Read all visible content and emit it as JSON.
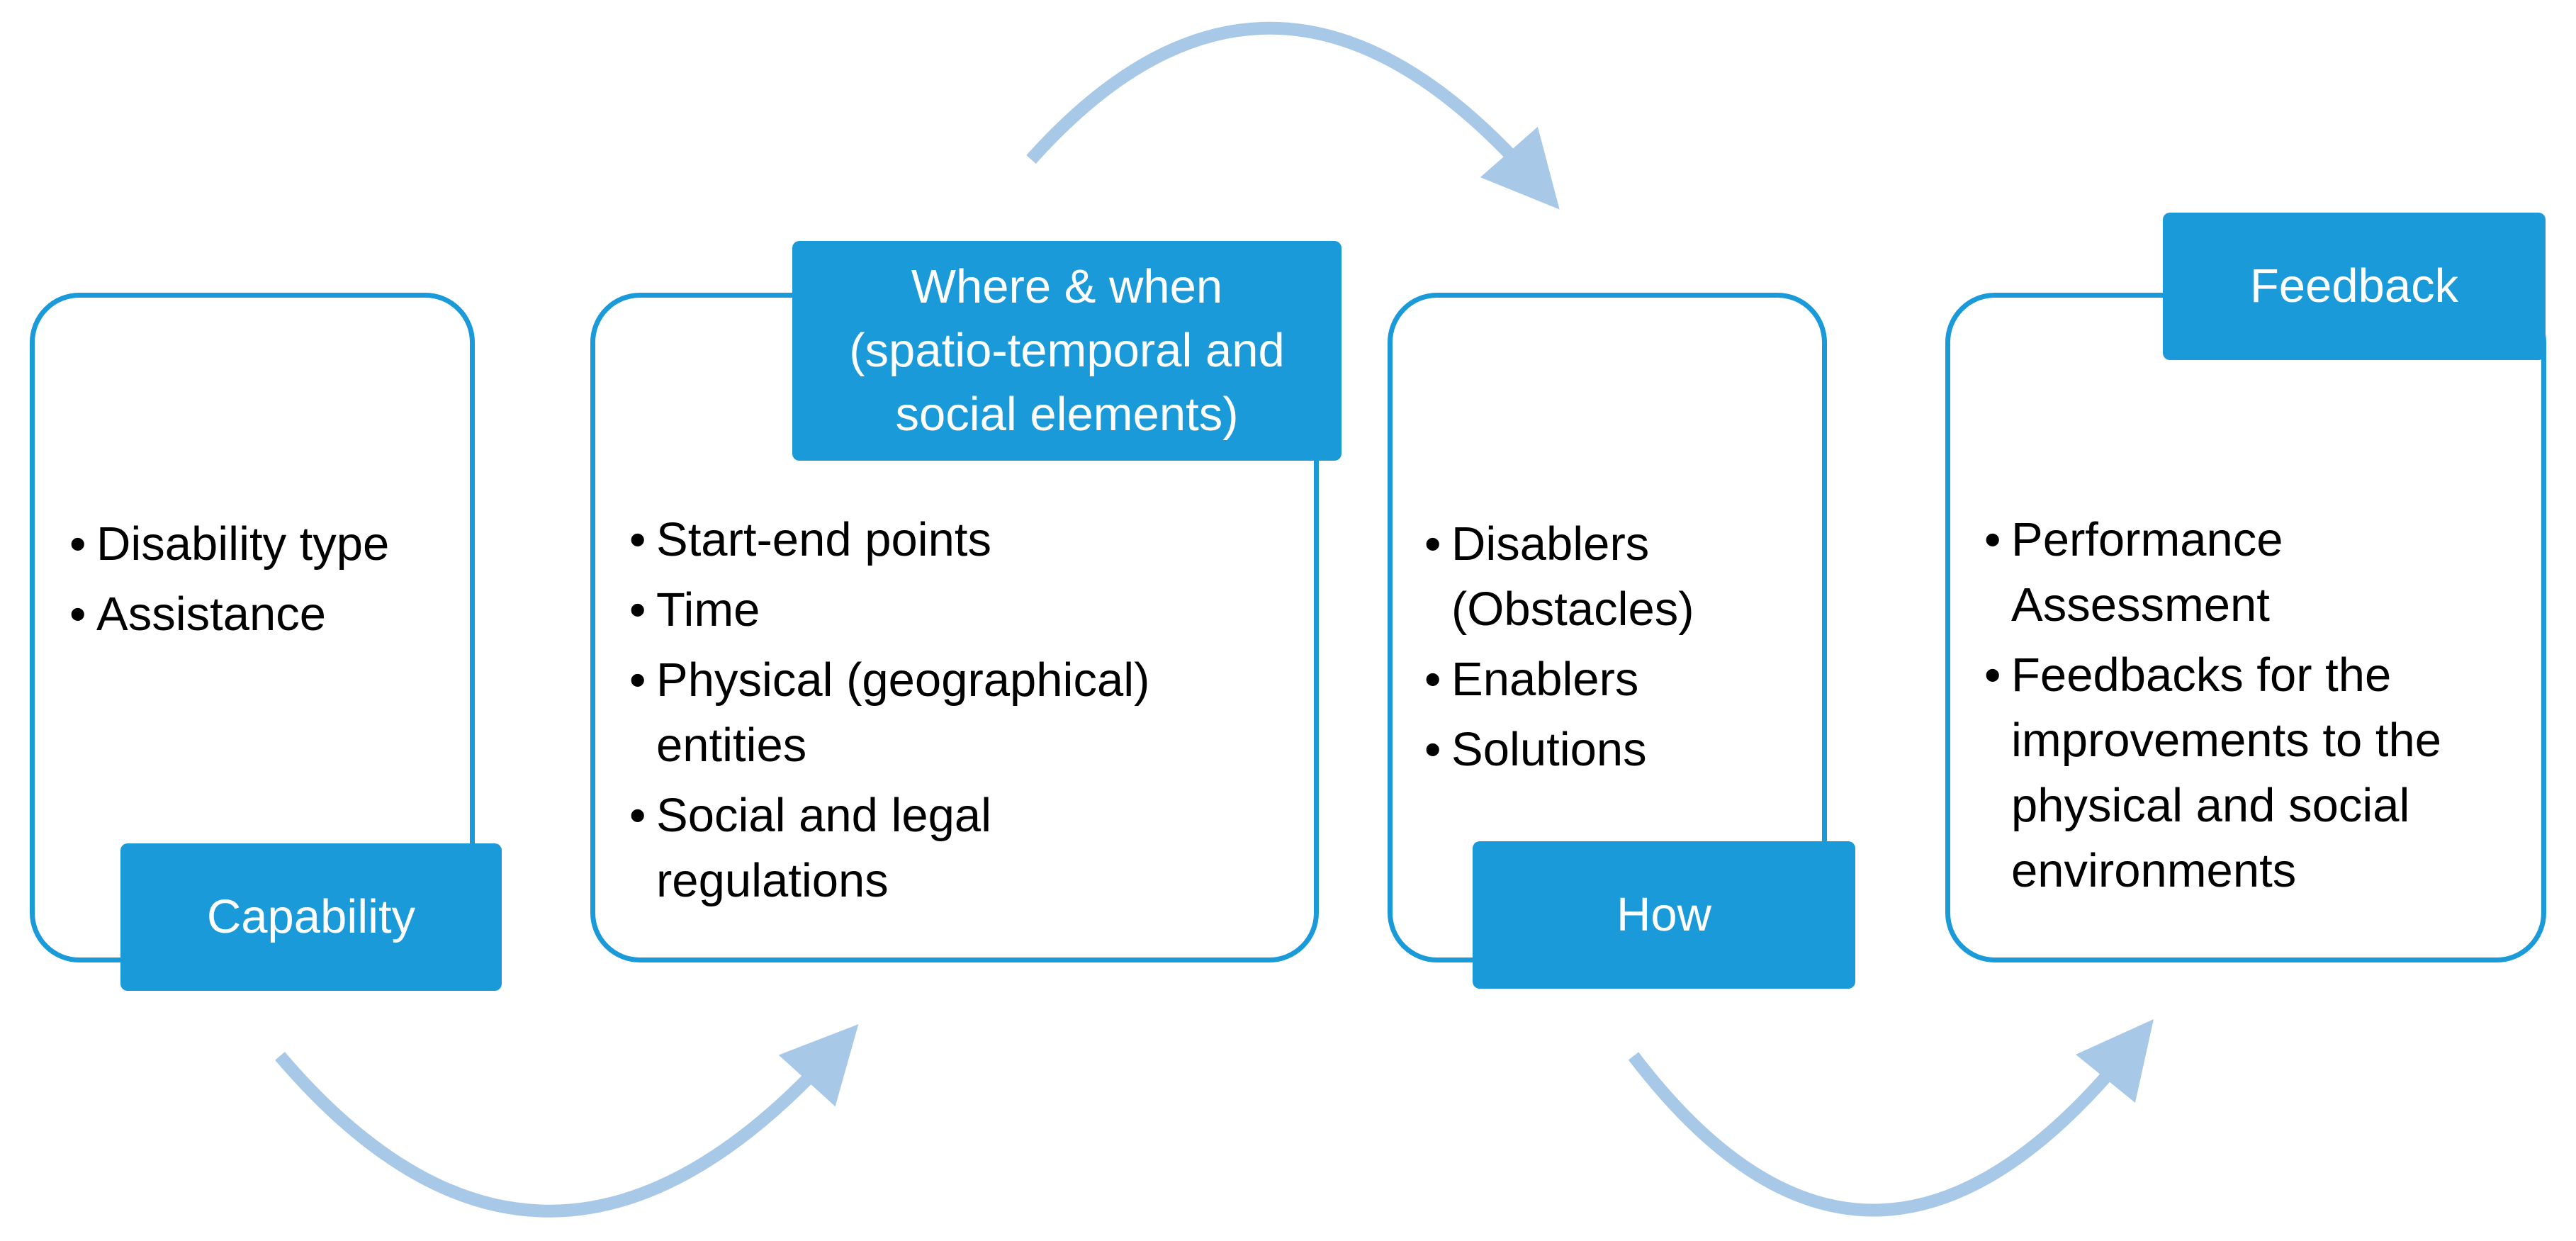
{
  "colors": {
    "box_border": "#1b9ad9",
    "tab_fill": "#1b9ad9",
    "tab_text": "#ffffff",
    "arrow": "#a8c8e8",
    "body_text": "#000000"
  },
  "bullet_glyph": "•",
  "stages": [
    {
      "title": "Capability",
      "items": [
        "Disability type",
        "Assistance"
      ]
    },
    {
      "title_lines": [
        "Where & when",
        "(spatio-temporal and",
        "social elements)"
      ],
      "items": [
        [
          "Start-end points"
        ],
        [
          "Time"
        ],
        [
          "Physical (geographical)",
          "entities"
        ],
        [
          "Social and legal",
          "regulations"
        ]
      ]
    },
    {
      "title": "How",
      "items": [
        [
          "Disablers",
          "(Obstacles)"
        ],
        [
          "Enablers"
        ],
        [
          "Solutions"
        ]
      ]
    },
    {
      "title": "Feedback",
      "items": [
        [
          "Performance",
          "Assessment"
        ],
        [
          "Feedbacks for the",
          "improvements to the",
          "physical and social",
          "environments"
        ]
      ]
    }
  ],
  "connectors": [
    {
      "from": "Capability",
      "to": "Where & when",
      "icon": "curved-arrow-icon"
    },
    {
      "from": "Where & when",
      "to": "How",
      "icon": "curved-arrow-icon"
    },
    {
      "from": "How",
      "to": "Feedback",
      "icon": "curved-arrow-icon"
    }
  ]
}
